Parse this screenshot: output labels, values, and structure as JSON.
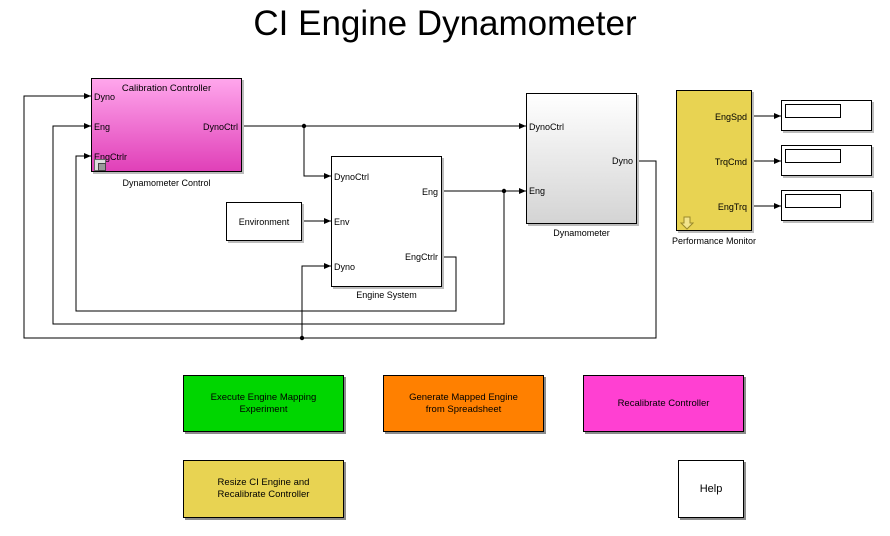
{
  "title": "CI Engine Dynamometer",
  "blocks": {
    "calibration": {
      "title": "Calibration Controller",
      "label": "Dynamometer Control",
      "in_ports": [
        "Dyno",
        "Eng",
        "EngCtrlr"
      ],
      "out_ports": [
        "DynoCtrl"
      ]
    },
    "environment": {
      "label": "Environment"
    },
    "engine_system": {
      "label": "Engine System",
      "in_ports": [
        "DynoCtrl",
        "Env",
        "Dyno"
      ],
      "out_ports": [
        "Eng",
        "EngCtrlr"
      ]
    },
    "dynamometer": {
      "label": "Dynamometer",
      "in_ports": [
        "DynoCtrl",
        "Eng"
      ],
      "out_ports": [
        "Dyno"
      ]
    },
    "performance_monitor": {
      "label": "Performance Monitor",
      "out_ports": [
        "EngSpd",
        "TrqCmd",
        "EngTrq"
      ]
    }
  },
  "buttons": {
    "execute": "Execute Engine Mapping\nExperiment",
    "generate": "Generate Mapped Engine\nfrom Spreadsheet",
    "recalibrate": "Recalibrate Controller",
    "resize": "Resize CI Engine and\nRecalibrate Controller",
    "help": "Help"
  },
  "colors": {
    "calibration_fill_top": "#ffa6ec",
    "calibration_fill_bottom": "#e040b8",
    "monitor_fill": "#e8d352",
    "execute": "#00d600",
    "generate": "#ff8000",
    "recalibrate": "#ff40d2",
    "resize": "#e8d352",
    "help": "#ffffff"
  }
}
